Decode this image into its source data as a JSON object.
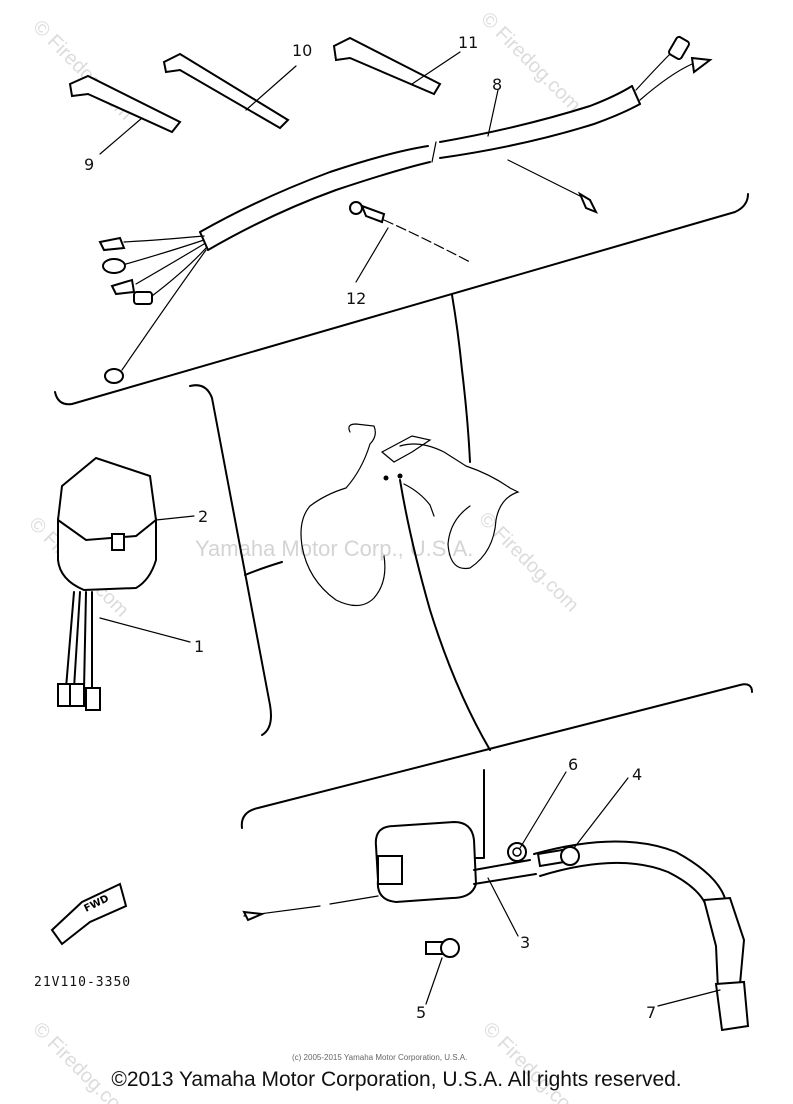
{
  "watermarks": {
    "center": "Yamaha Motor Corp., U.S.A.",
    "firedog": "© Firedog.com"
  },
  "callouts": [
    {
      "id": "1",
      "label": "1"
    },
    {
      "id": "2",
      "label": "2"
    },
    {
      "id": "3",
      "label": "3"
    },
    {
      "id": "4",
      "label": "4"
    },
    {
      "id": "5",
      "label": "5"
    },
    {
      "id": "6",
      "label": "6"
    },
    {
      "id": "7",
      "label": "7"
    },
    {
      "id": "8",
      "label": "8"
    },
    {
      "id": "9",
      "label": "9"
    },
    {
      "id": "10",
      "label": "10"
    },
    {
      "id": "11",
      "label": "11"
    },
    {
      "id": "12",
      "label": "12"
    }
  ],
  "fwd_label": "FWD",
  "diagram_code": "21V110-3350",
  "small_copyright": "(c) 2005-2015 Yamaha Motor Corporation, U.S.A.",
  "copyright": "©2013 Yamaha Motor Corporation, U.S.A. All rights reserved."
}
